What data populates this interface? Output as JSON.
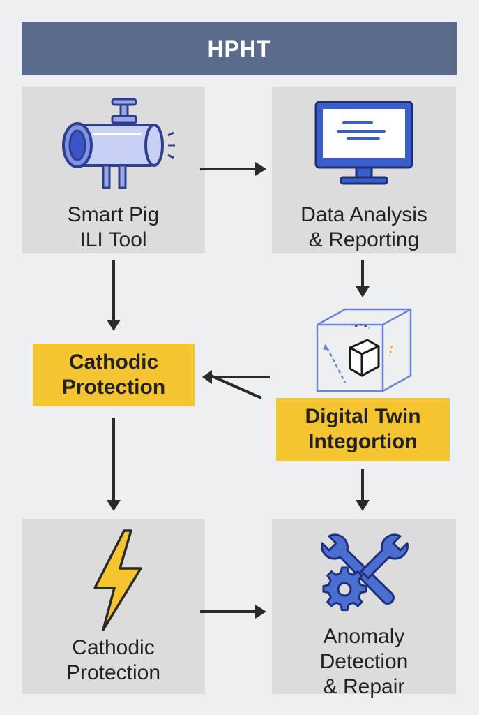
{
  "header": {
    "title": "HPHT"
  },
  "nodes": {
    "smart_pig": {
      "line1": "Smart Pig",
      "line2": "ILI Tool",
      "icon": "pipe-pig-icon"
    },
    "data_analysis": {
      "line1": "Data Analysis",
      "line2": "& Reporting",
      "icon": "monitor-icon"
    },
    "cathodic_mid": {
      "line1": "Cathodic",
      "line2": "Protection"
    },
    "digital_twin": {
      "line1": "Digital Twin",
      "line2": "Integortion",
      "icon": "cube-3d-icon"
    },
    "cathodic_bottom": {
      "line1": "Cathodic",
      "line2": "Protection",
      "icon": "lightning-bolt-icon"
    },
    "anomaly": {
      "line1": "Anomaly",
      "line2": "Detection",
      "line3": "& Repair",
      "icon": "wrench-gear-icon"
    }
  },
  "colors": {
    "header": "#5a6b8c",
    "box": "#dcdcdc",
    "highlight": "#f5c531",
    "icon_blue": "#3a5fc8",
    "arrow": "#2a2a2a"
  }
}
